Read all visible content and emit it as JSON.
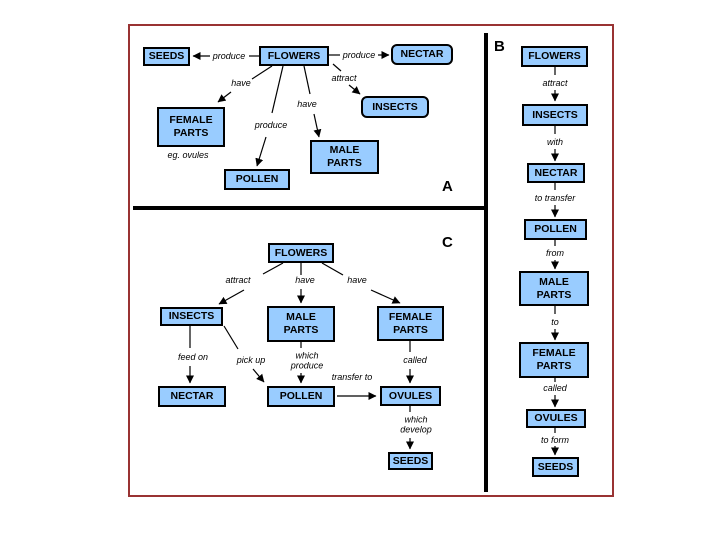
{
  "colors": {
    "node_fill": "#99CCFF",
    "node_border": "#000000",
    "frame_border": "#993333",
    "divider": "#000000",
    "background": "#FFFFFF"
  },
  "sections": {
    "a": {
      "letter": "A",
      "nodes": {
        "seeds": {
          "label": "SEEDS"
        },
        "flowers": {
          "label": "FLOWERS"
        },
        "nectar": {
          "label": "NECTAR"
        },
        "insects": {
          "label": "INSECTS"
        },
        "female_parts": {
          "label": "FEMALE PARTS"
        },
        "male_parts": {
          "label": "MALE PARTS"
        },
        "pollen": {
          "label": "POLLEN"
        }
      },
      "edges": {
        "produce_seeds": "produce",
        "produce_nectar": "produce",
        "attract": "attract",
        "have_female": "have",
        "produce_pollen": "produce",
        "have_male": "have"
      },
      "note": "eg. ovules"
    },
    "b": {
      "letter": "B",
      "nodes": {
        "flowers": {
          "label": "FLOWERS"
        },
        "insects": {
          "label": "INSECTS"
        },
        "nectar": {
          "label": "NECTAR"
        },
        "pollen": {
          "label": "POLLEN"
        },
        "male_parts": {
          "label": "MALE PARTS"
        },
        "female_parts": {
          "label": "FEMALE PARTS"
        },
        "ovules": {
          "label": "OVULES"
        },
        "seeds": {
          "label": "SEEDS"
        }
      },
      "edges": {
        "attract": "attract",
        "with": "with",
        "to_transfer": "to transfer",
        "from": "from",
        "to": "to",
        "called": "called",
        "to_form": "to form"
      }
    },
    "c": {
      "letter": "C",
      "nodes": {
        "flowers": {
          "label": "FLOWERS"
        },
        "insects": {
          "label": "INSECTS"
        },
        "male_parts": {
          "label": "MALE PARTS"
        },
        "female_parts": {
          "label": "FEMALE PARTS"
        },
        "nectar": {
          "label": "NECTAR"
        },
        "pollen": {
          "label": "POLLEN"
        },
        "ovules": {
          "label": "OVULES"
        },
        "seeds": {
          "label": "SEEDS"
        }
      },
      "edges": {
        "attract": "attract",
        "have_male": "have",
        "have_female": "have",
        "feed_on": "feed on",
        "pick_up": "pick up",
        "which_produce": "which produce",
        "transfer_to": "transfer to",
        "called": "called",
        "which_develop": "which develop"
      }
    }
  }
}
